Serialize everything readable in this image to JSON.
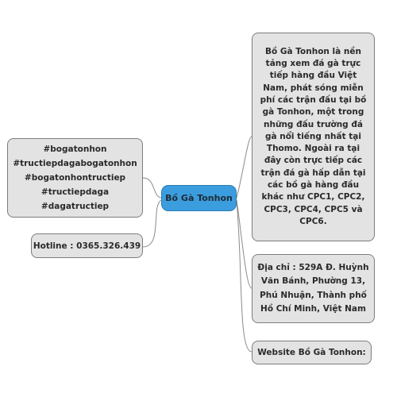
{
  "center": {
    "label": "Bồ Gà Tonhon"
  },
  "hashtags": [
    "#bogatonhon",
    "#tructiepdagabogatonhon",
    "#bogatonhontructiep",
    "#tructiepdaga",
    "#dagatructiep"
  ],
  "hotline": {
    "text": "Hotline : 0365.326.439"
  },
  "description": {
    "text": "Bồ Gà Tonhon là nền tảng xem đá gà trực tiếp hàng đầu Việt Nam, phát sóng miễn phí các trận đấu tại bồ gà Tonhon, một trong những đấu trường đá gà nổi tiếng nhất tại Thomo. Ngoài ra tại đây còn trực tiếp các trận đá gà hấp dẫn tại các bồ gà hàng đầu khác như CPC1, CPC2, CPC3, CPC4, CPC5 và CPC6."
  },
  "address": {
    "text": "Địa chỉ : 529A Đ. Huỳnh Văn Bánh, Phường 13, Phú Nhuận, Thành phố Hồ Chí Minh, Việt Nam"
  },
  "website": {
    "text": "Website Bồ Gà Tonhon:"
  },
  "colors": {
    "center_fill": "#3b9ddd",
    "node_fill": "#e3e3e3",
    "node_border": "#7d7d7d",
    "connector": "#8a8a8a"
  }
}
